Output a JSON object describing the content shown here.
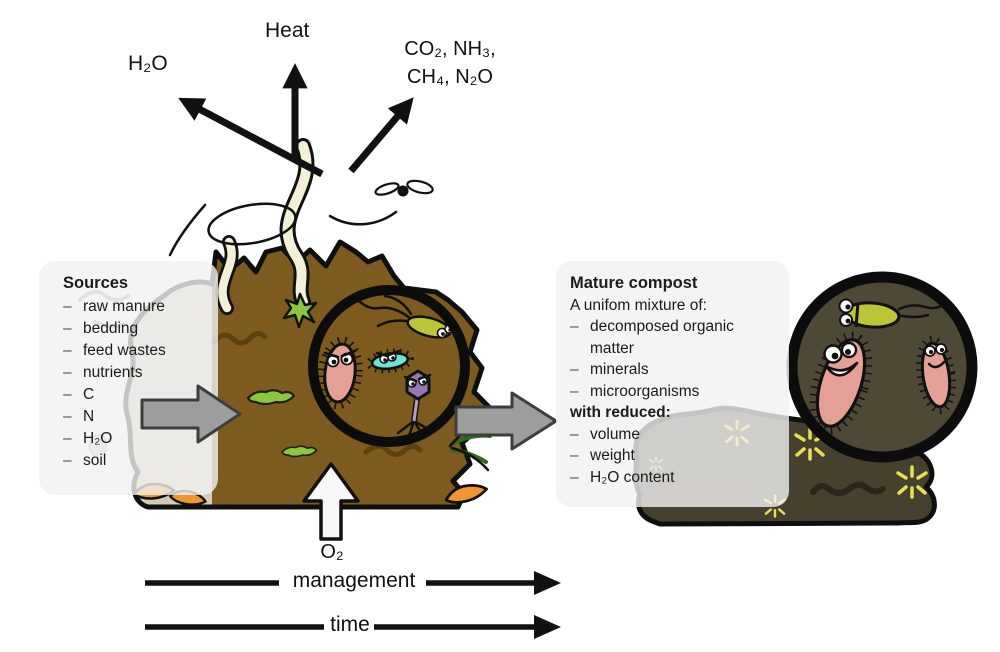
{
  "bullet": "–",
  "emissions": {
    "h2o": "H₂O",
    "heat": "Heat",
    "gases_line1": "CO₂, NH₃,",
    "gases_line2": "CH₄, N₂O"
  },
  "inputs": {
    "o2": "O₂"
  },
  "sources_box": {
    "title": "Sources",
    "items": [
      "raw manure",
      "bedding",
      "feed wastes",
      "nutrients",
      "C",
      "N",
      "H₂O",
      "soil"
    ]
  },
  "mature_box": {
    "title": "Mature compost",
    "subtitle": "A unifom mixture of:",
    "items": [
      "decomposed organic matter",
      "minerals",
      "microorganisms"
    ],
    "subtitle2": "with reduced:",
    "items2": [
      "volume",
      "weight",
      "H₂O content"
    ]
  },
  "axes": {
    "management": "management",
    "time": "time"
  },
  "colors": {
    "pile_brown": "#7d5a1e",
    "pile_tan": "#d5ccb8",
    "mature_dark": "#46402f",
    "circle_dark": "#4e4836",
    "steam": "#f2f0d6",
    "arrow_gray": "#9d9d9d",
    "microbe_pink": "#e5a096",
    "microbe_cyan": "#6fe3d2",
    "microbe_green": "#bcc538",
    "microbe_purple": "#9b76b4",
    "sparkle_yellow": "#e8df55",
    "leaf_green": "#8cc63f",
    "leaf_orange": "#f0952f"
  }
}
